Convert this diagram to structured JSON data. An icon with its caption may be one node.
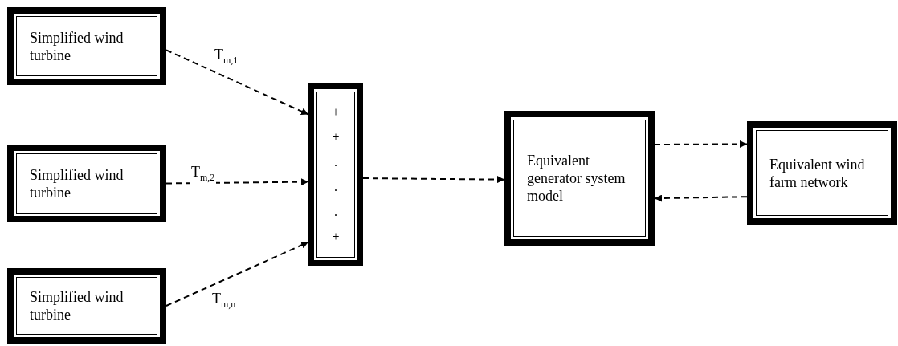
{
  "diagram": {
    "nodes": [
      {
        "text": [
          "Simplified wind turbine"
        ]
      },
      {
        "text": [
          "Simplified wind turbine"
        ]
      },
      {
        "text": [
          "Simplified wind turbine"
        ]
      },
      {
        "text": [
          "+",
          "+",
          ".",
          ".",
          ".",
          "+"
        ]
      },
      {
        "text": [
          "Equivalent generator system model"
        ]
      },
      {
        "text": [
          "Equivalent wind farm network"
        ]
      }
    ],
    "edges": [
      {
        "from": 0,
        "to": 3,
        "arrow": "to",
        "style": "dashed",
        "label": "T$_{m,1}$"
      },
      {
        "from": 1,
        "to": 3,
        "arrow": "to",
        "style": "dashed",
        "label": "T$_{m,2}$"
      },
      {
        "from": 2,
        "to": 3,
        "arrow": "to",
        "style": "dashed",
        "label": "T$_{m,n}$"
      },
      {
        "from": 3,
        "to": 4,
        "arrow": "to",
        "style": "dashed"
      },
      {
        "from": 4,
        "to": 5,
        "arrow": "to",
        "style": "dashed"
      },
      {
        "from": 5,
        "to": 4,
        "arrow": "to",
        "style": "dashed"
      }
    ]
  }
}
